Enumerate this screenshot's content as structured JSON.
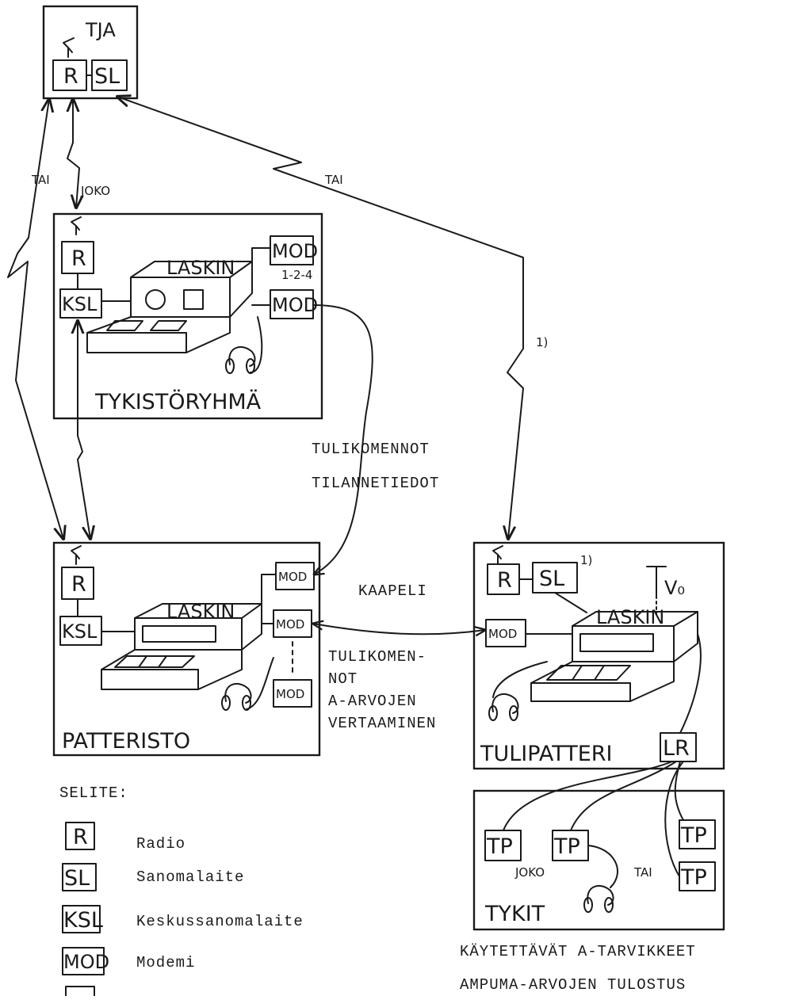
{
  "nodes": {
    "tja": {
      "title": "TJA"
    },
    "tykistoryhma": {
      "title": "TYKISTÖRYHMÄ"
    },
    "patteristo": {
      "title": "PATTERISTO"
    },
    "tulipatteri": {
      "title": "TULIPATTERI",
      "antenna_label": "V₀",
      "note": "1)"
    },
    "tykit": {
      "title": "TYKIT",
      "joko": "JOKO",
      "tai": "TAI"
    }
  },
  "device_labels": {
    "radio": "R",
    "sanomalaite": "SL",
    "keskussanomalaite": "KSL",
    "modem": "MOD",
    "laskin": "LASKIN",
    "lr": "LR",
    "tp": "TP",
    "mod_range": "1-2-4"
  },
  "links": {
    "joko": "JOKO",
    "tai_left": "TAI",
    "tai_right": "TAI",
    "footnote_1": "1)",
    "kaapeli": "KAAPELI"
  },
  "annotations": {
    "tulikomennot": "TULIKOMENNOT",
    "tilannetiedot": "TILANNETIEDOT",
    "tulikomen_line1": "TULIKOMEN-",
    "tulikomen_line2": "NOT",
    "a_arvojen": "A-ARVOJEN",
    "vertaaminen": "VERTAAMINEN",
    "kaytettavat": "KÄYTETTÄVÄT A-TARVIKKEET",
    "ampuma": "AMPUMA-ARVOJEN TULOSTUS"
  },
  "legend": {
    "title": "SELITE:",
    "items": [
      {
        "symbol": "R",
        "label": "Radio"
      },
      {
        "symbol": "SL",
        "label": "Sanomalaite"
      },
      {
        "symbol": "KSL",
        "label": "Keskussanomalaite"
      },
      {
        "symbol": "MOD",
        "label": "Modemi"
      }
    ]
  }
}
